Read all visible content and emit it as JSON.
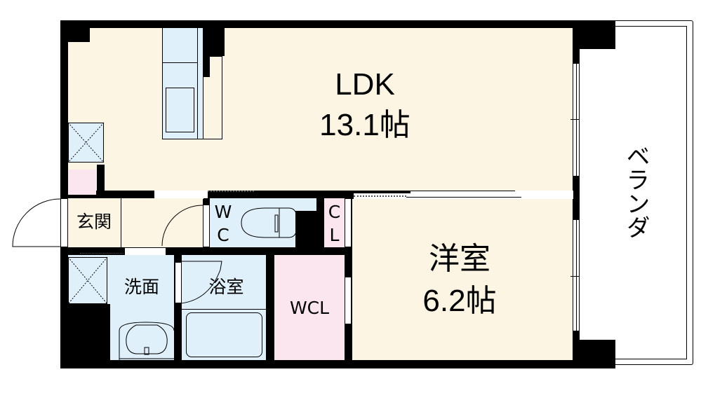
{
  "floorplan": {
    "rooms": {
      "ldk": {
        "name": "LDK",
        "size": "13.1帖"
      },
      "western_room": {
        "name": "洋室",
        "size": "6.2帖"
      },
      "entrance": {
        "name": "玄関"
      },
      "toilet": {
        "name_line1": "W",
        "name_line2": "C"
      },
      "closet": {
        "name_line1": "C",
        "name_line2": "L"
      },
      "washroom": {
        "name": "洗面"
      },
      "bathroom": {
        "name": "浴室"
      },
      "walk_in_closet": {
        "name": "WCL"
      },
      "balcony": {
        "name": "ベランダ"
      }
    },
    "colors": {
      "wall": "#000000",
      "living_floor": "#fdf5e3",
      "wet_area_floor": "#dff0fb",
      "storage_floor": "#fbe6ef",
      "background": "#ffffff"
    }
  }
}
